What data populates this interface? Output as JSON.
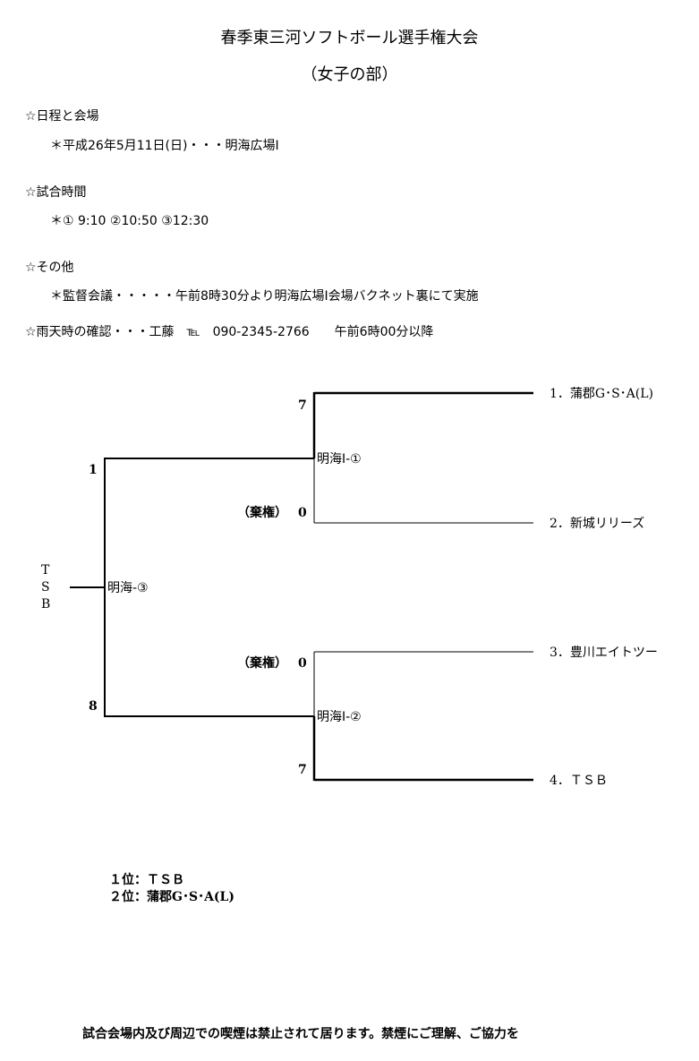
{
  "header": {
    "title": "春季東三河ソフトボール選手権大会",
    "subtitle": "（女子の部）"
  },
  "info": {
    "schedule_heading": "☆日程と会場",
    "schedule_detail": "＊平成26年5月11日(日)・・・明海広場Ⅰ",
    "times_heading": "☆試合時間",
    "times_detail": "＊① 9:10 ②10:50 ③12:30",
    "other_heading": "☆その他",
    "other_detail": "＊監督会議・・・・・午前8時30分より明海広場Ⅰ会場バクネット裏にて実施",
    "rain_check": "☆雨天時の確認・・・工藤　℡　090-2345-2766　　午前6時00分以降"
  },
  "bracket": {
    "teams": [
      "1．蒲郡G･S･A(L)",
      "2．新城リリーズ",
      "3．豊川エイトツー",
      "4．ＴＳＢ"
    ],
    "match1": {
      "venue": "明海Ⅰ-①",
      "score_top": "7",
      "score_bottom": "0",
      "note_bottom": "（棄権）"
    },
    "match2": {
      "venue": "明海Ⅰ-②",
      "score_top": "0",
      "score_bottom": "7",
      "note_top": "（棄権）"
    },
    "final": {
      "venue": "明海-③",
      "score_top": "1",
      "score_bottom": "8"
    },
    "champion": [
      "T",
      "S",
      "B"
    ]
  },
  "results": {
    "first": "１位：ＴＳＢ",
    "second": "２位：蒲郡G･S･A(L)"
  },
  "footer": {
    "notice": "試合会場内及び周辺での喫煙は禁止されて居ります。禁煙にご理解、ご協力を"
  }
}
